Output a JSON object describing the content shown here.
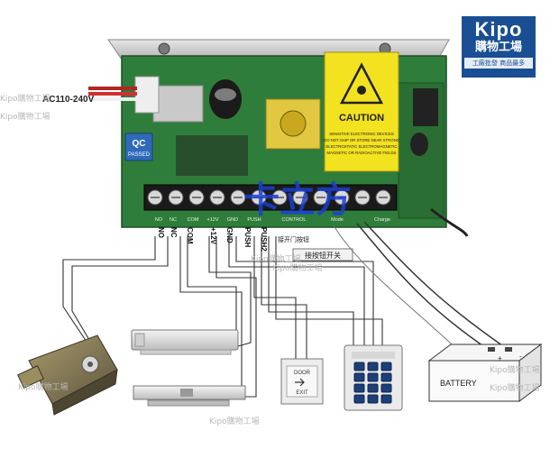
{
  "brand": {
    "logo_text": "Kipo",
    "logo_cn": "購物工場",
    "tagline": "工廠批發 商品最多"
  },
  "board": {
    "ac_input_label": "AC110-240V",
    "qc_label": "QC",
    "passed_label": "PASSED",
    "caution_label": "CAUTION",
    "caution_fine_print": [
      "SENSITIVE ELECTRONIC DEVICES",
      "DO NOT SHIP OR STORE NEAR STRONG",
      "ELECTROSTATIC ELECTROMAGNETIC",
      "MAGNETIC OR RADIOACTIVE FIELDS"
    ],
    "overlay_text": "卡立方",
    "board_labels": [
      "NO",
      "NC",
      "COM",
      "+12V",
      "GND",
      "PUSH",
      "CONTROL",
      "Mode",
      "Charge"
    ]
  },
  "terminal_labels": [
    {
      "id": "no",
      "text": "NO"
    },
    {
      "id": "nc",
      "text": "NC"
    },
    {
      "id": "com",
      "text": "COM"
    },
    {
      "id": "v12",
      "text": "+12V"
    },
    {
      "id": "gnd",
      "text": "GND"
    },
    {
      "id": "push",
      "text": "PUSH"
    },
    {
      "id": "push2",
      "text": "PUSH2"
    }
  ],
  "annotations": {
    "door_sensor_cn": "接按钮开关",
    "exit_switch_cn": "接开门按钮"
  },
  "devices": {
    "exit_button_top": "DOOR",
    "exit_button_bottom": "EXIT",
    "battery_label": "BATTERY",
    "battery_plus": "+",
    "battery_minus": "-"
  },
  "watermark": {
    "text": "Kipo購物工場"
  },
  "colors": {
    "pcb_green": "#2f7d3a",
    "brand_blue": "#1a4e93",
    "caution_yellow": "#f3e21f",
    "overlay_blue": "#1b3fd1"
  }
}
